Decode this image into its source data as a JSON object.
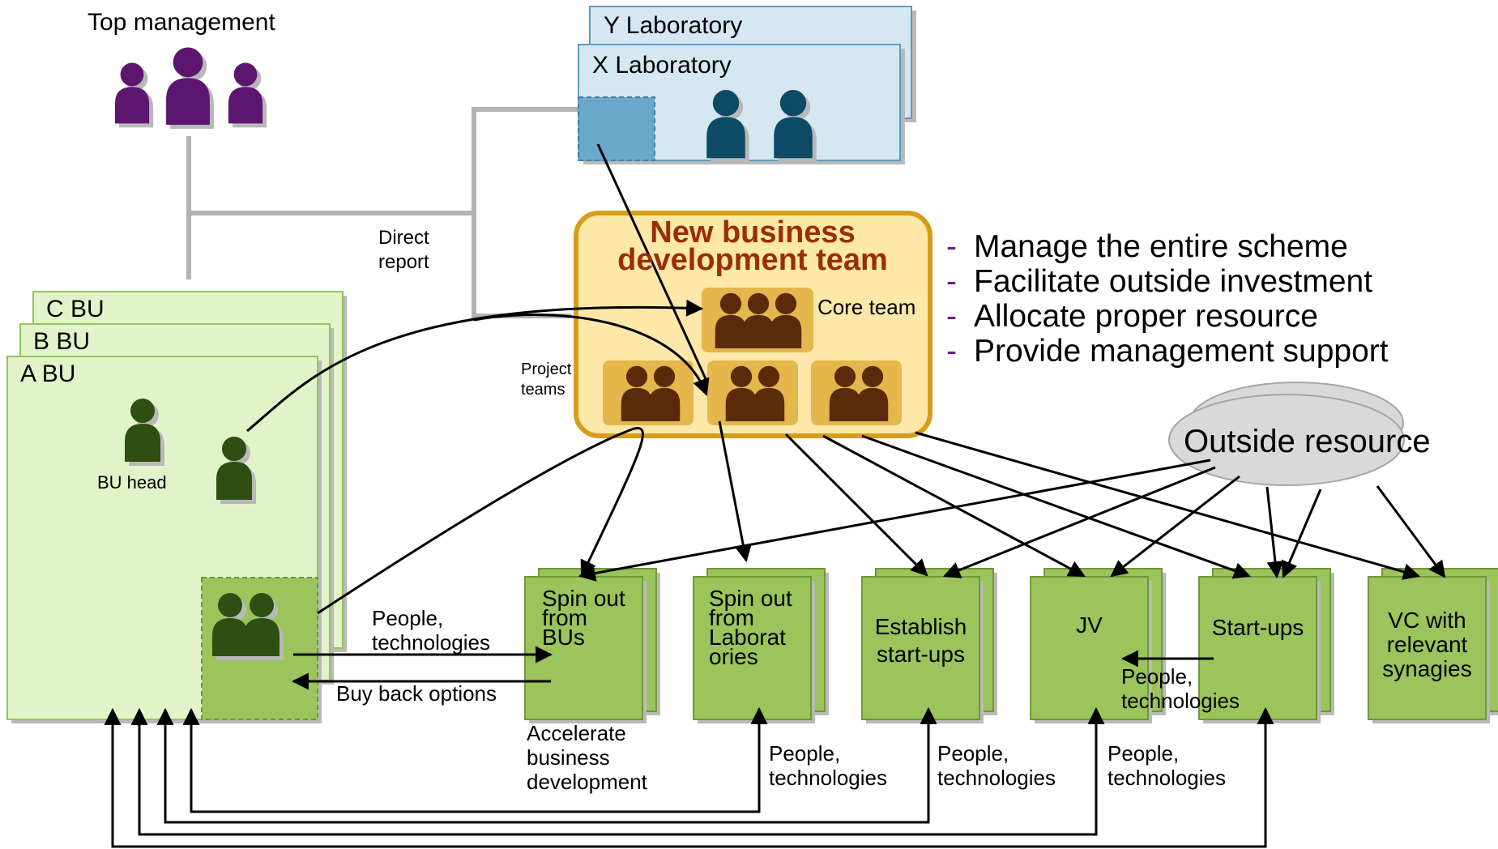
{
  "top_management": {
    "label": "Top management"
  },
  "labs": {
    "y": "Y Laboratory",
    "x": "X Laboratory"
  },
  "direct_report": [
    "Direct",
    "report"
  ],
  "business_units": {
    "c": "C BU",
    "b": "B BU",
    "a": "A BU",
    "head_label": "BU head"
  },
  "nbd_team": {
    "title_line1": "New business",
    "title_line2": "development team",
    "core_label": "Core team",
    "project_label": [
      "Project",
      "teams"
    ]
  },
  "responsibilities": [
    "Manage the entire scheme",
    "Facilitate outside investment",
    "Allocate proper resource",
    "Provide management support"
  ],
  "outside_resource": "Outside resource",
  "outcome_boxes": [
    {
      "lines": [
        "Spin out",
        "from",
        "BUs"
      ]
    },
    {
      "lines": [
        "Spin out",
        "from",
        "Laborat",
        "ories"
      ]
    },
    {
      "lines": [
        "Establish",
        "start-ups"
      ]
    },
    {
      "lines": [
        "JV"
      ]
    },
    {
      "lines": [
        "Start-ups"
      ]
    },
    {
      "lines": [
        "VC with",
        "relevant",
        "synagies"
      ]
    }
  ],
  "flow_labels": {
    "people_tech_bu": [
      "People,",
      "technologies"
    ],
    "buy_back": "Buy back options",
    "accelerate": [
      "Accelerate",
      "business",
      "development"
    ],
    "people_tech_lab": [
      "People,",
      "technologies"
    ],
    "people_tech_est": [
      "People,",
      "technologies"
    ],
    "people_tech_jv": [
      "People,",
      "technologies"
    ],
    "people_tech_startups": [
      "People,",
      "technologies"
    ]
  },
  "colors": {
    "purple_person": "#5c1670",
    "blue_person": "#0d4a66",
    "green_person": "#2e4e12",
    "brown_person": "#5a2a0a",
    "lab_fill": "#d5e8f1",
    "bu_fill": "#e3f3c9",
    "nbd_fill": "#fde8a9",
    "nbd_border": "#d79d1a",
    "outcome_fill": "#9bc45c",
    "title_red": "#9b2c0c",
    "dash_purple": "#6b1f85"
  }
}
